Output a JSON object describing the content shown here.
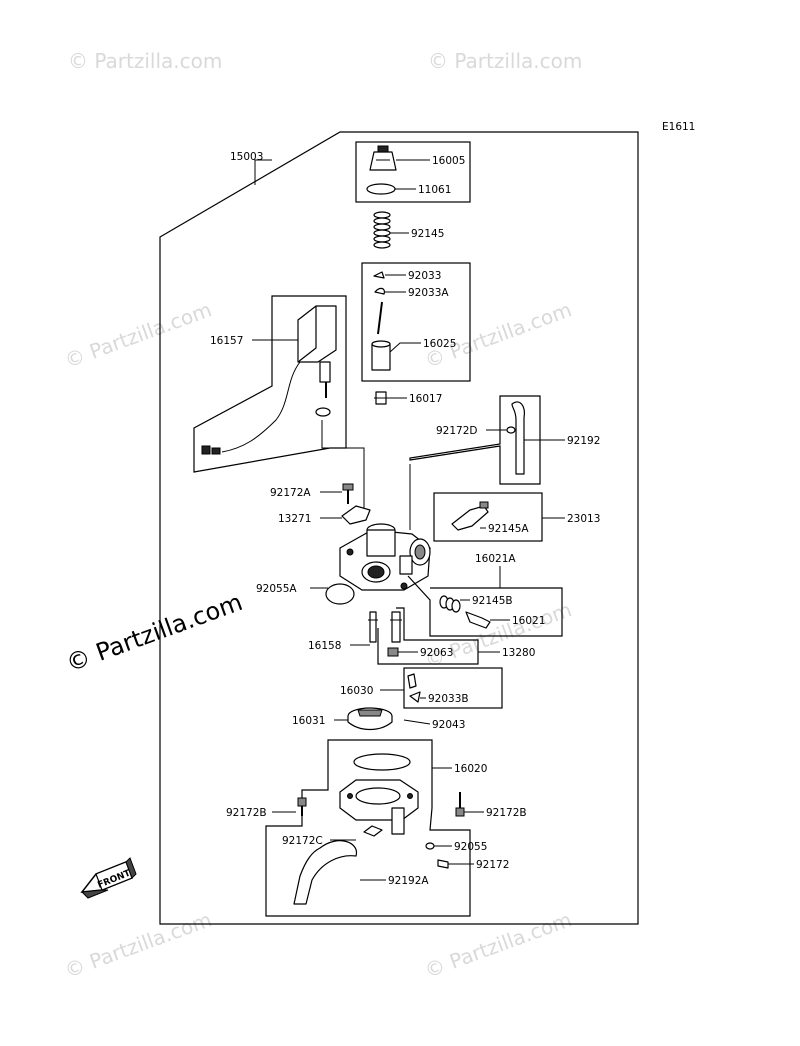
{
  "diagram_code": "E1611",
  "assembly_label": "15003",
  "watermark": {
    "text": "© Partzilla.com",
    "main_text": "© Partzilla.com"
  },
  "front_label": "FRONT",
  "parts": {
    "p16005": "16005",
    "p11061": "11061",
    "p92145": "92145",
    "p92033": "92033",
    "p92033A": "92033A",
    "p16025": "16025",
    "p16157": "16157",
    "p16017": "16017",
    "p92172D": "92172D",
    "p92192": "92192",
    "p92172A": "92172A",
    "p13271": "13271",
    "p23013": "23013",
    "p92145A": "92145A",
    "p16021A": "16021A",
    "p92055A": "92055A",
    "p92145B": "92145B",
    "p16021": "16021",
    "p16158": "16158",
    "p92063": "92063",
    "p13280": "13280",
    "p16030": "16030",
    "p92033B": "92033B",
    "p16031": "16031",
    "p92043": "92043",
    "p16020": "16020",
    "p92172B_left": "92172B",
    "p92172B_right": "92172B",
    "p92172C": "92172C",
    "p92055": "92055",
    "p92172": "92172",
    "p92192A": "92192A"
  }
}
